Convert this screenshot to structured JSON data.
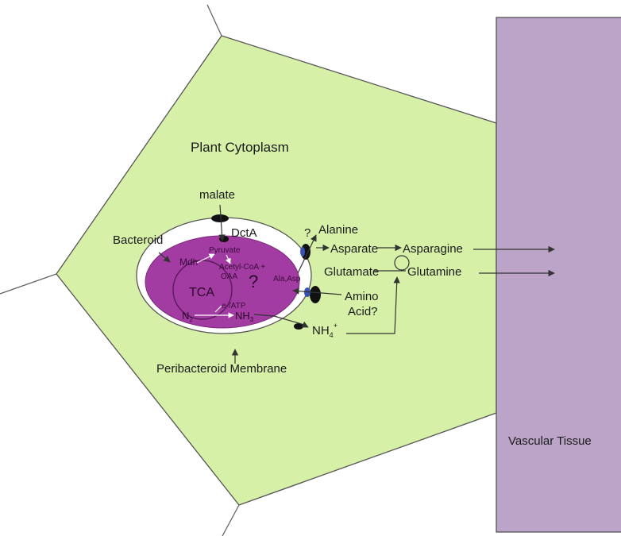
{
  "colors": {
    "cytoplasm": "#d7f0a8",
    "vascular": "#bba4c7",
    "bacteroid": "#a23ba2",
    "peribacteroid_space": "#ffffff",
    "transporter": "#111111",
    "transporter_blue": "#3b52b5"
  },
  "labels": {
    "plant_cytoplasm": "Plant Cytoplasm",
    "malate": "malate",
    "dcta": "DctA",
    "bacteroid": "Bacteroid",
    "pyruvate": "Pyruvate",
    "mdh": "Mdh",
    "acetyl_coa": "Acetyl-CoA +",
    "oaa": "OAA",
    "tca": "TCA",
    "question_inner": "?",
    "ala_asp": "Ala,Asp",
    "e_atp": "e-/ATP",
    "n2": "N",
    "n2_sub": "2",
    "nh3": "NH",
    "nh3_sub": "3",
    "peribacteroid_membrane": "Peribacteroid Membrane",
    "question_top": "?",
    "alanine": "Alanine",
    "asparate": "Asparate",
    "asparagine": "Asparagine",
    "glutamate": "Glutamate",
    "glutamine": "Glutamine",
    "amino": "Amino",
    "acid": "Acid?",
    "nh4": "NH",
    "nh4_sub": "4",
    "nh4_sup": "+",
    "vascular_tissue": "Vascular Tissue"
  }
}
